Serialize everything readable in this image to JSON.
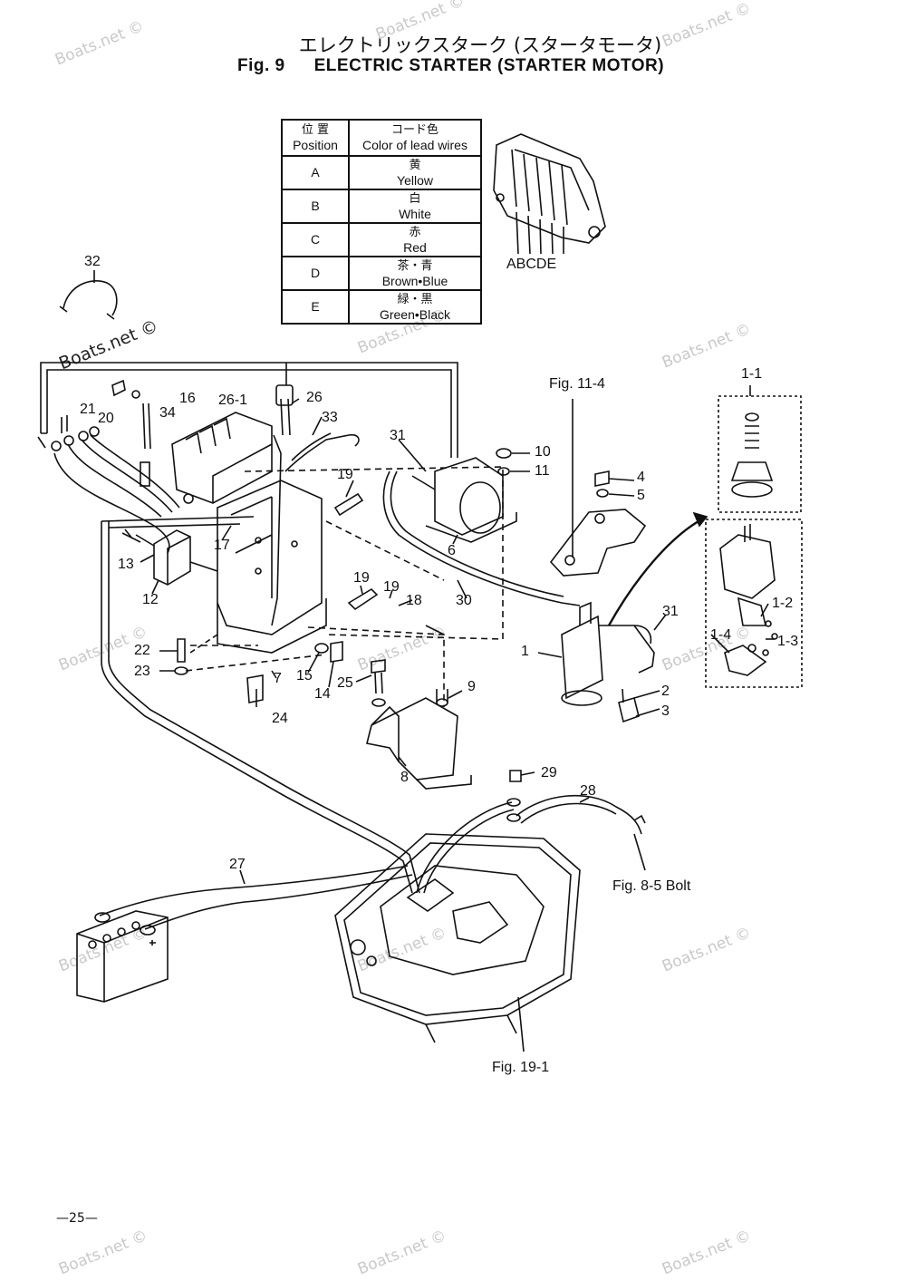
{
  "header": {
    "title_jp": "エレクトリックスターク (スタータモータ)",
    "fig_number": "Fig. 9",
    "title_en": "ELECTRIC STARTER (STARTER MOTOR)"
  },
  "lead_table": {
    "header_jp_position": "位 置",
    "header_jp_color": "コード色",
    "header_position": "Position",
    "header_color": "Color of lead wires",
    "rows": [
      {
        "pos": "A",
        "jp": "黄",
        "color": "Yellow"
      },
      {
        "pos": "B",
        "jp": "白",
        "color": "White"
      },
      {
        "pos": "C",
        "jp": "赤",
        "color": "Red"
      },
      {
        "pos": "D",
        "jp": "茶・青",
        "color": "Brown•Blue"
      },
      {
        "pos": "E",
        "jp": "緑・黒",
        "color": "Green•Black"
      }
    ]
  },
  "connector_label": "ABCDE",
  "part_labels": {
    "p1": "1",
    "p1_1": "1-1",
    "p1_2": "1-2",
    "p1_3": "1-3",
    "p1_4": "1-4",
    "p2": "2",
    "p3": "3",
    "p4": "4",
    "p5": "5",
    "p6": "6",
    "p7": "7",
    "p8": "8",
    "p9": "9",
    "p10": "10",
    "p11": "11",
    "p12": "12",
    "p13": "13",
    "p14": "14",
    "p15": "15",
    "p16": "16",
    "p17": "17",
    "p18": "18",
    "p19a": "19",
    "p19b": "19",
    "p19c": "19",
    "p20": "20",
    "p21": "21",
    "p22": "22",
    "p23": "23",
    "p24": "24",
    "p25": "25",
    "p26": "26",
    "p26_1": "26-1",
    "p27": "27",
    "p28": "28",
    "p29": "29",
    "p30": "30",
    "p31a": "31",
    "p31b": "31",
    "p32": "32",
    "p33": "33",
    "p34": "34"
  },
  "references": {
    "fig_11_4": "Fig. 11-4",
    "fig_8_5": "Fig. 8-5 Bolt",
    "fig_19_1": "Fig. 19-1"
  },
  "watermark": "Boats.net ©",
  "page_number": "—25—"
}
